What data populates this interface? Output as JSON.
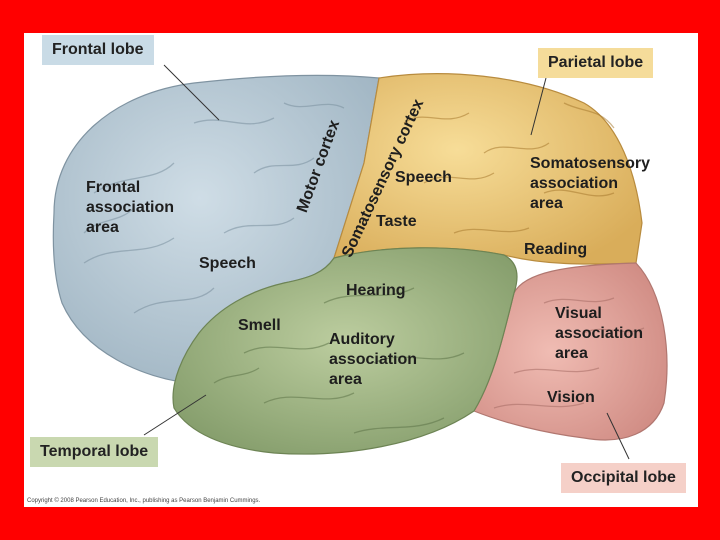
{
  "lobes": {
    "frontal": "Frontal lobe",
    "parietal": "Parietal lobe",
    "temporal": "Temporal lobe",
    "occipital": "Occipital lobe"
  },
  "areas": {
    "motor_cortex": "Motor cortex",
    "somatosensory_cortex": "Somatosensory cortex",
    "frontal_association": "Frontal\nassociation\narea",
    "speech_frontal": "Speech",
    "speech_parietal": "Speech",
    "taste": "Taste",
    "somatosensory_association": "Somatosensory\nassociation\narea",
    "reading": "Reading",
    "hearing": "Hearing",
    "smell": "Smell",
    "auditory_association": "Auditory\nassociation\narea",
    "visual_association": "Visual\nassociation\narea",
    "vision": "Vision"
  },
  "copyright": "Copyright © 2008 Pearson Education, Inc., publishing as Pearson Benjamin Cummings.",
  "colors": {
    "border": "#ff0000",
    "frontal": "#b5c8d4",
    "parietal": "#f0cf7e",
    "temporal": "#a9bd8a",
    "occipital": "#e7a8a0",
    "frontal_box": "#c9dbe6",
    "parietal_box": "#f5dc9a",
    "temporal_box": "#c9d8b0",
    "occipital_box": "#f5d0c8"
  }
}
